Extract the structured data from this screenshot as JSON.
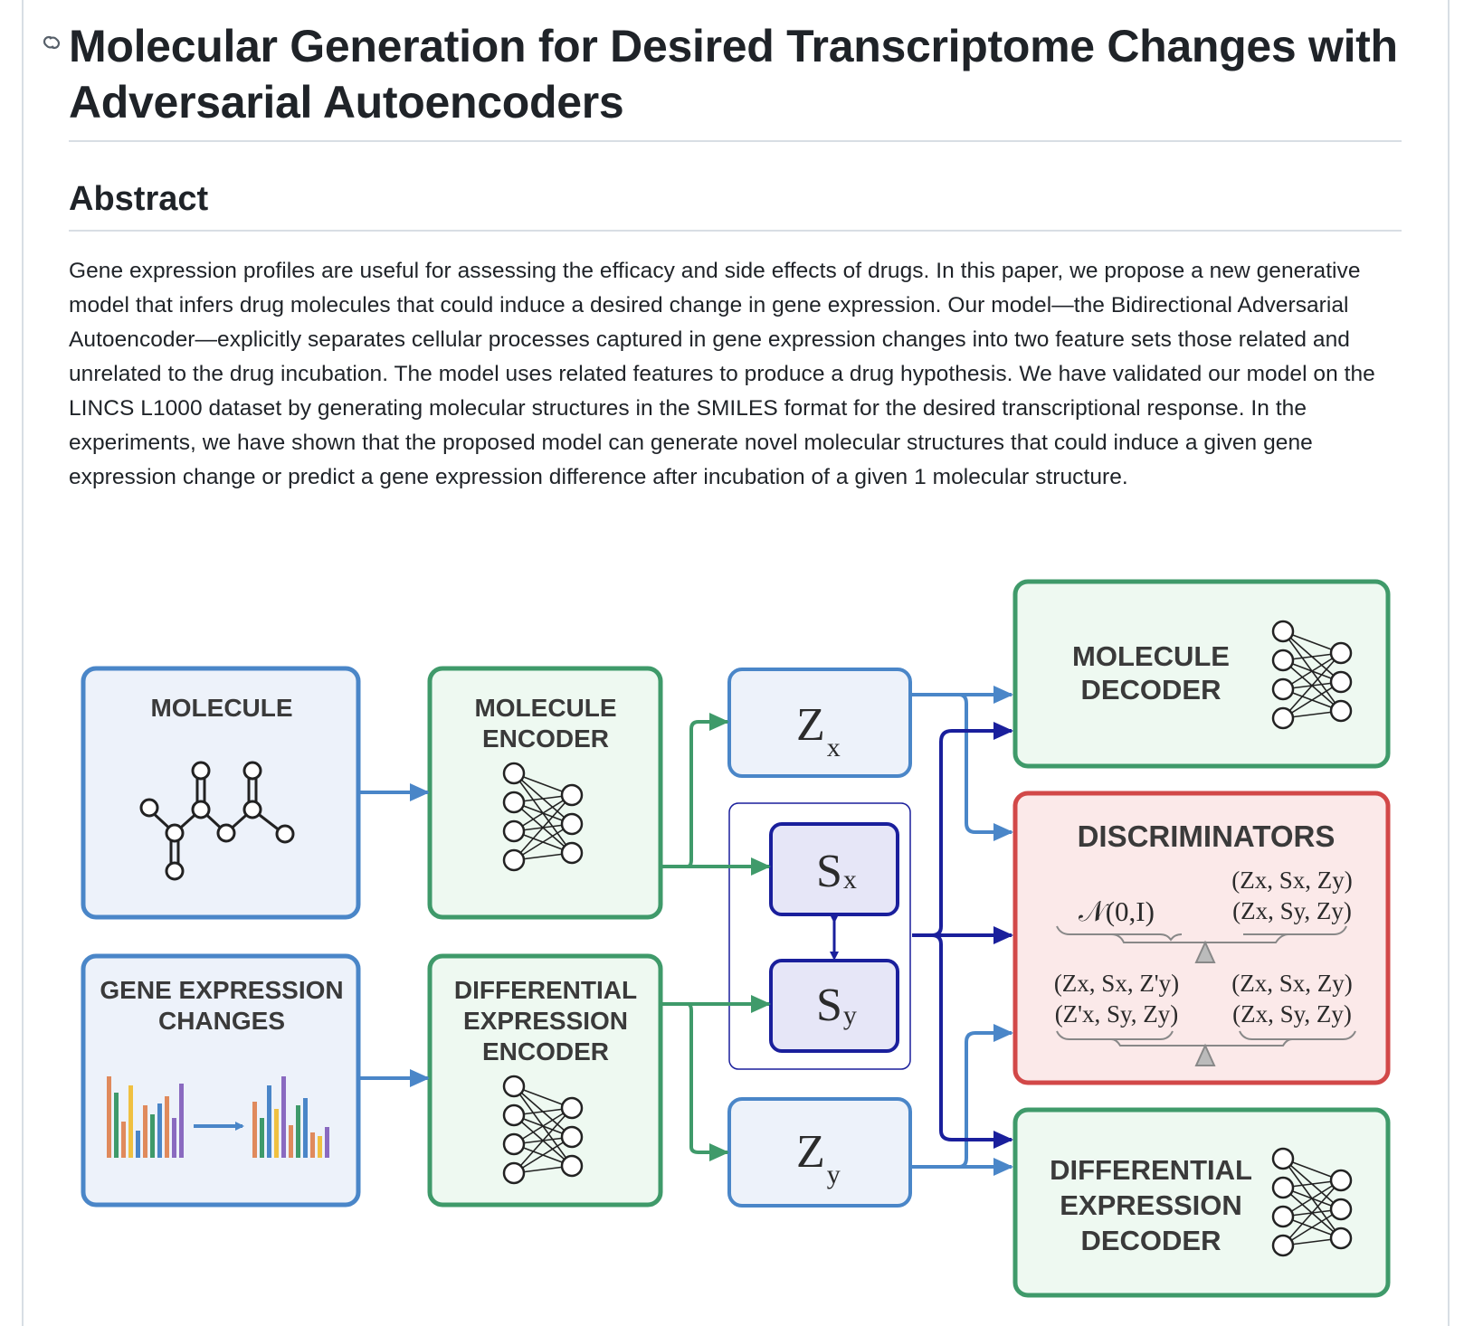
{
  "title": "Molecular Generation for Desired Transcriptome Changes with Adversarial Autoencoders",
  "section_heading": "Abstract",
  "abstract": "Gene expression profiles are useful for assessing the efficacy and side effects of drugs. In this paper, we propose a new generative model that infers drug molecules that could induce a desired change in gene expression. Our model—the Bidirectional Adversarial Autoencoder—explicitly separates cellular processes captured in gene expression changes into two feature sets those related and unrelated to the drug incubation. The model uses related features to produce a drug hypothesis. We have validated our model on the LINCS L1000 dataset by generating molecular structures in the SMILES format for the desired transcriptional response. In the experiments, we have shown that the proposed model can generate novel molecular structures that could induce a given gene expression change or predict a gene expression difference after incubation of a given 1 molecular structure.",
  "diagram": {
    "colors": {
      "blue": "#4a86c8",
      "green": "#3f9a6a",
      "navy": "#1a1f9c",
      "red": "#d24848"
    },
    "molecule": "MOLECULE",
    "gene_line1": "GENE EXPRESSION",
    "gene_line2": "CHANGES",
    "mol_enc_line1": "MOLECULE",
    "mol_enc_line2": "ENCODER",
    "diff_enc_line1": "DIFFERENTIAL",
    "diff_enc_line2": "EXPRESSION",
    "diff_enc_line3": "ENCODER",
    "zx_main": "Z",
    "zx_sub": "x",
    "sx_main": "S",
    "sx_sub": "x",
    "sy_main": "S",
    "sy_sub": "y",
    "zy_main": "Z",
    "zy_sub": "y",
    "mol_dec_line1": "MOLECULE",
    "mol_dec_line2": "DECODER",
    "disc_title": "DISCRIMINATORS",
    "normal": "𝒩(0,I)",
    "pair1_top": "(Zx, Sx, Zy)",
    "pair1_bottom": "(Zx, Sy, Zy)",
    "pair2_left_top": "(Zx, Sx, Z'y)",
    "pair2_left_bottom": "(Z'x, Sy, Zy)",
    "pair2_right_top": "(Zx, Sx, Zy)",
    "pair2_right_bottom": "(Zx, Sy, Zy)",
    "diff_dec_line1": "DIFFERENTIAL",
    "diff_dec_line2": "EXPRESSION",
    "diff_dec_line3": "DECODER"
  }
}
